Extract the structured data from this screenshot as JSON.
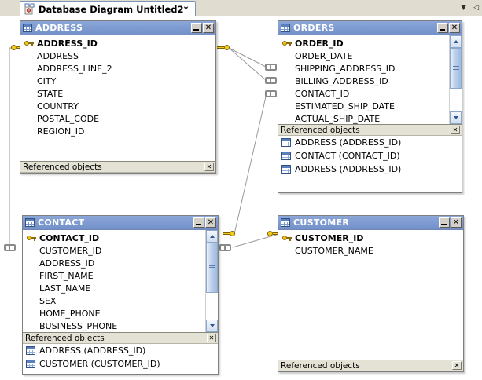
{
  "tab": {
    "label": "Database Diagram Untitled2*",
    "icon": "diagram-icon",
    "dropdown_glyph": "▼",
    "close_glyph": "◁"
  },
  "ui": {
    "minimize_label": "",
    "close_label": "✕",
    "ref_close_label": "✕",
    "referenced_objects_label": "Referenced objects"
  },
  "colors": {
    "title_bar": "#7e9bd1",
    "tab_bar": "#e0ddd0",
    "ref_bar": "#e4e1d5",
    "key_gold": "#f2c313",
    "link_line": "#9a9a9a",
    "canvas": "#ffffff"
  },
  "tables": [
    {
      "name": "ADDRESS",
      "columns": [
        {
          "name": "ADDRESS_ID",
          "pk": true
        },
        {
          "name": "ADDRESS",
          "pk": false
        },
        {
          "name": "ADDRESS_LINE_2",
          "pk": false
        },
        {
          "name": "CITY",
          "pk": false
        },
        {
          "name": "STATE",
          "pk": false
        },
        {
          "name": "COUNTRY",
          "pk": false
        },
        {
          "name": "POSTAL_CODE",
          "pk": false
        },
        {
          "name": "REGION_ID",
          "pk": false
        }
      ],
      "scrollbar": false,
      "referenced_objects": []
    },
    {
      "name": "ORDERS",
      "columns": [
        {
          "name": "ORDER_ID",
          "pk": true
        },
        {
          "name": "ORDER_DATE",
          "pk": false
        },
        {
          "name": "SHIPPING_ADDRESS_ID",
          "pk": false
        },
        {
          "name": "BILLING_ADDRESS_ID",
          "pk": false
        },
        {
          "name": "CONTACT_ID",
          "pk": false
        },
        {
          "name": "ESTIMATED_SHIP_DATE",
          "pk": false
        },
        {
          "name": "ACTUAL_SHIP_DATE",
          "pk": false
        }
      ],
      "scrollbar": true,
      "referenced_objects": [
        "ADDRESS (ADDRESS_ID)",
        "CONTACT (CONTACT_ID)",
        "ADDRESS (ADDRESS_ID)"
      ]
    },
    {
      "name": "CONTACT",
      "columns": [
        {
          "name": "CONTACT_ID",
          "pk": true
        },
        {
          "name": "CUSTOMER_ID",
          "pk": false
        },
        {
          "name": "ADDRESS_ID",
          "pk": false
        },
        {
          "name": "FIRST_NAME",
          "pk": false
        },
        {
          "name": "LAST_NAME",
          "pk": false
        },
        {
          "name": "SEX",
          "pk": false
        },
        {
          "name": "HOME_PHONE",
          "pk": false
        },
        {
          "name": "BUSINESS_PHONE",
          "pk": false
        }
      ],
      "scrollbar": true,
      "referenced_objects": [
        "ADDRESS (ADDRESS_ID)",
        "CUSTOMER (CUSTOMER_ID)"
      ]
    },
    {
      "name": "CUSTOMER",
      "columns": [
        {
          "name": "CUSTOMER_ID",
          "pk": true
        },
        {
          "name": "CUSTOMER_NAME",
          "pk": false
        }
      ],
      "scrollbar": false,
      "referenced_objects": []
    }
  ]
}
